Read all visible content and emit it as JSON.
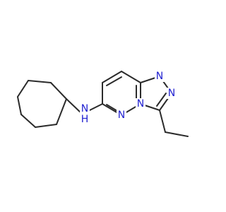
{
  "molecule": {
    "atoms": [
      {
        "id": "n_amine",
        "label": "N"
      },
      {
        "id": "h_amine",
        "label": "H"
      },
      {
        "id": "n_ring_pyridazine",
        "label": "N"
      },
      {
        "id": "n_bridge",
        "label": "N"
      },
      {
        "id": "n_triazole_1",
        "label": "N"
      },
      {
        "id": "n_triazole_2",
        "label": "N"
      }
    ],
    "colors": {
      "nitrogen": "#1f1fd0",
      "bond": "#2b2b2b"
    }
  }
}
